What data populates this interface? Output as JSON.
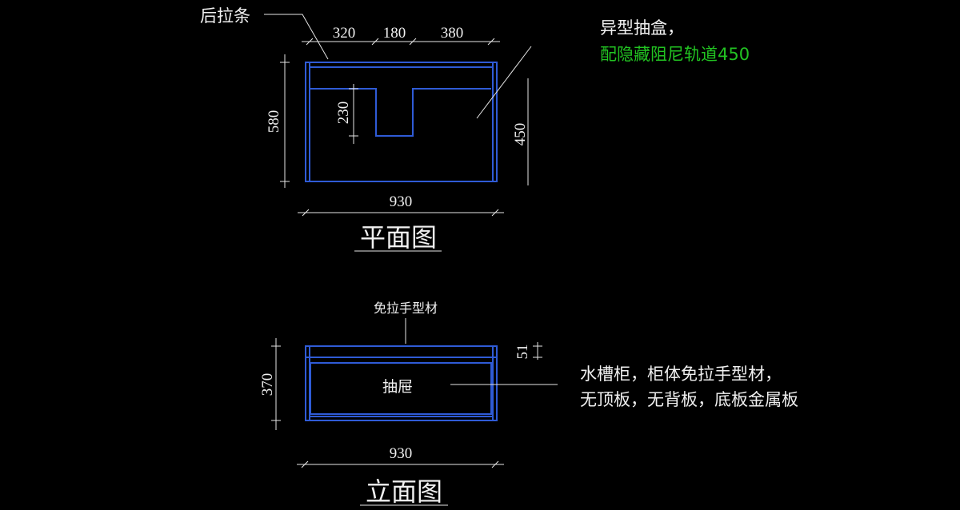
{
  "plan": {
    "title": "平面图",
    "label_back_strip": "后拉条",
    "label_drawer_line1": "异型抽盒，",
    "label_drawer_line2": "配隐藏阻尼轨道450",
    "dims": {
      "w1": "320",
      "w2": "180",
      "w3": "380",
      "depth": "580",
      "notch": "230",
      "rail": "450",
      "width": "930"
    }
  },
  "elevation": {
    "title": "立面图",
    "label_profile": "免拉手型材",
    "label_drawer": "抽屉",
    "note_line1": "水槽柜，柜体免拉手型材，",
    "note_line2": "无顶板，无背板，底板金属板",
    "dims": {
      "height": "370",
      "rail": "51",
      "width": "930"
    }
  },
  "colors": {
    "line": "#2f5bd6",
    "green_text": "#22c322",
    "text": "#f0f0f0"
  }
}
